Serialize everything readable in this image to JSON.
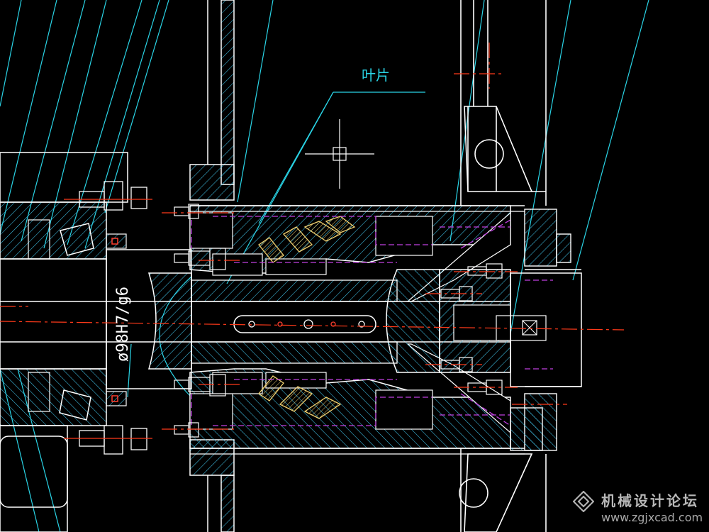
{
  "drawing": {
    "background": "#000000",
    "colors": {
      "outline": "#ffffff",
      "leader": "#2ad4e6",
      "centerline": "#ff3a1a",
      "hidden": "#c040e0",
      "hatch": "#3fc2e8",
      "spring": "#f0d070"
    },
    "annotations": {
      "part_label": "叶片",
      "dimension": "ø98H7/g6"
    }
  },
  "watermark": {
    "title": "机械设计论坛",
    "url": "www.zgjxcad.com",
    "logo_icon": "diamond-logo-icon"
  }
}
